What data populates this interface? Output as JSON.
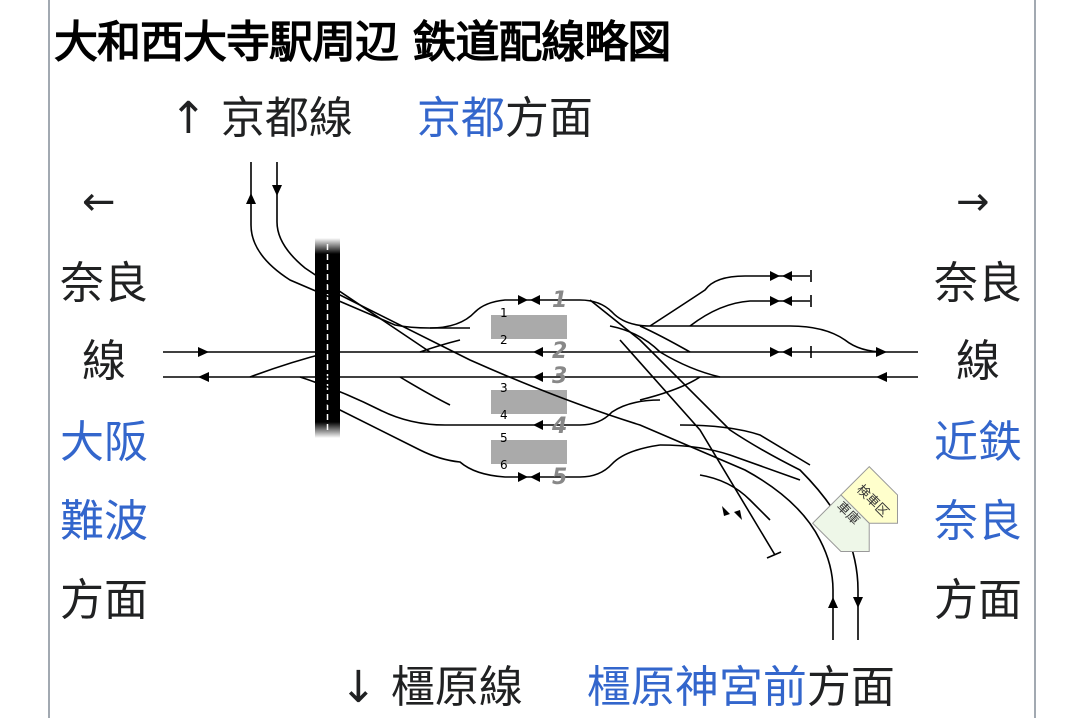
{
  "title": "大和西大寺駅周辺 鉄道配線略図",
  "top": {
    "arrow": "↑",
    "line_name": "京都線",
    "dest_link": "京都",
    "dest_suffix": "方面"
  },
  "bottom": {
    "arrow": "↓",
    "line_name": "橿原線",
    "dest_link": "橿原神宮前",
    "dest_suffix": "方面"
  },
  "left": {
    "arrow": "←",
    "line_1": "奈良",
    "line_2": "線",
    "dest_1": "大阪",
    "dest_2": "難波",
    "dest_suffix": "方面"
  },
  "right": {
    "arrow": "→",
    "line_1": "奈良",
    "line_2": "線",
    "dest_1": "近鉄",
    "dest_2": "奈良",
    "dest_suffix": "方面"
  },
  "platforms": {
    "numbers": [
      "1",
      "2",
      "3",
      "4",
      "5",
      "6"
    ],
    "track_numbers": [
      "1",
      "2",
      "3",
      "4",
      "5"
    ]
  },
  "depot": {
    "label_1": "検車区",
    "label_2": "車庫"
  },
  "colors": {
    "link": "#3366cc",
    "track": "#000000",
    "platform": "#aaaaaa",
    "track_number": "#888888",
    "depot_yellow": "#ffffcc",
    "depot_green": "#eef7e8"
  }
}
